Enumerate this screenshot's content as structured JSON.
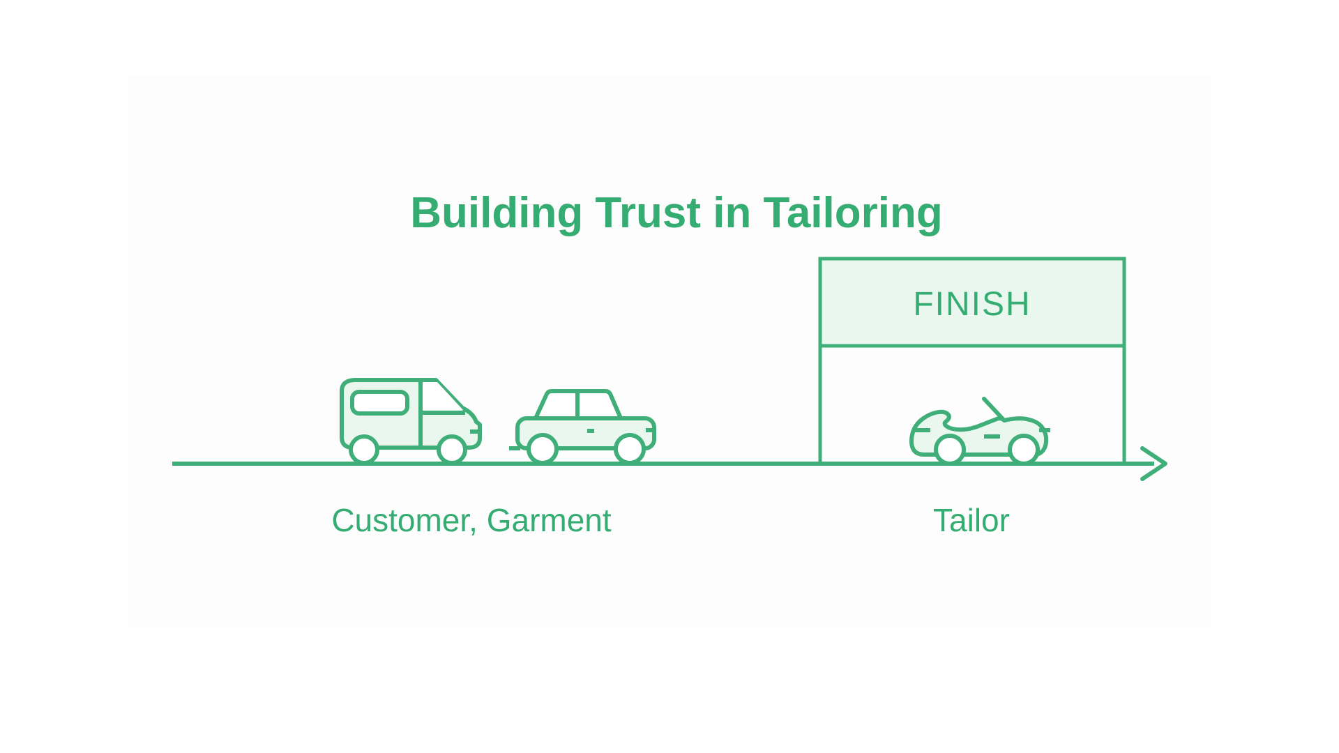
{
  "title": {
    "text": "Building Trust in Tailoring"
  },
  "colors": {
    "stroke": "#3FAE78",
    "fill_light": "#E9F7EF",
    "text_green": "#35AC72",
    "page_bg": "#FFFFFF",
    "canvas_bg": "#FDFDFD"
  },
  "diagram": {
    "road": {
      "direction": "right",
      "arrow_icon": "arrow-right-icon"
    },
    "start_group": {
      "label": "Customer, Garment",
      "icons": [
        "van-icon",
        "sedan-icon"
      ]
    },
    "finish_gate": {
      "banner_label": "FINISH",
      "icon": "finish-banner"
    },
    "end_group": {
      "label": "Tailor",
      "icons": [
        "convertible-icon"
      ]
    }
  }
}
